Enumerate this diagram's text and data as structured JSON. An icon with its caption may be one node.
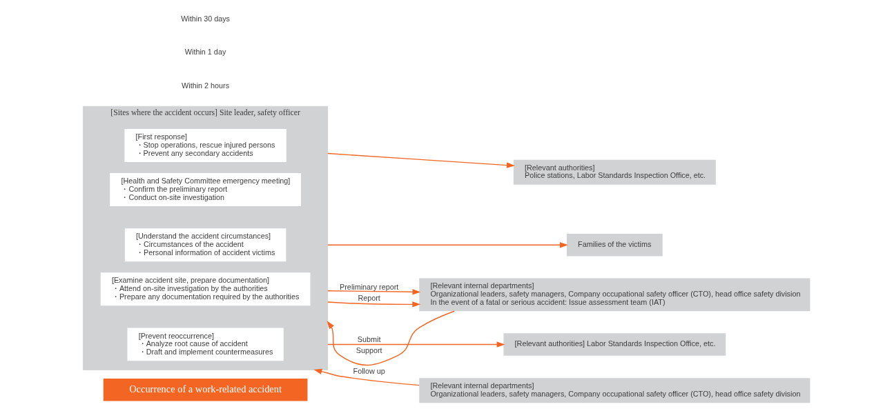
{
  "diagram": {
    "nodes": [
      {
        "text": [
          "Occurrence of a work-related accident"
        ]
      },
      {
        "text": [
          "[Sites where the accident occurs] Site leader, safety officer"
        ]
      },
      {
        "text": [
          "[First response]",
          "・Stop operations, rescue injured persons",
          "・Prevent any secondary accidents"
        ],
        "in": 1
      },
      {
        "text": [
          "[Understand the accident circumstances]",
          "・Circumstances of the accident",
          "・Personal information of accident victims"
        ],
        "in": 1
      },
      {
        "text": [
          "[Health and Safety Committee emergency meeting]",
          "・Confirm the preliminary report",
          "・Conduct on-site investigation"
        ],
        "in": 1
      },
      {
        "text": [
          "[Examine accident site, prepare documentation]",
          "・Attend on-site investigation by the authorities",
          "・Prepare any documentation required by the authorities"
        ],
        "in": 1
      },
      {
        "text": [
          "[Prevent reoccurrence]",
          "・Analyze root cause of accident",
          "・Draft and implement countermeasures"
        ],
        "in": 1
      },
      {
        "text": [
          "[Relevant authorities]",
          "Police stations, Labor Standards Inspection Office, etc."
        ]
      },
      {
        "text": [
          "Families of the victims"
        ]
      },
      {
        "text": [
          "[Relevant internal departments]",
          "Organizational leaders, safety managers, Company occupational safety officer (CTO), head office safety division",
          "In the event of a fatal or serious accident: Issue assessment team (IAT)"
        ]
      },
      {
        "text": [
          "[Relevant authorities] Labor Standards Inspection Office, etc."
        ]
      },
      {
        "text": [
          "[Relevant internal departments]",
          "Organizational leaders, safety managers, Company occupational safety officer (CTO), head office safety division"
        ]
      }
    ],
    "edges": [
      {
        "from": 1,
        "to": 7,
        "arrow": "to"
      },
      {
        "from": 1,
        "to": 8,
        "arrow": "to"
      },
      {
        "from": 1,
        "to": 9,
        "arrow": "to",
        "label": "Report"
      },
      {
        "from": 1,
        "to": 9,
        "arrow": "to",
        "label": "Preliminary report"
      },
      {
        "from": 9,
        "to": 1,
        "arrow": "to",
        "label": "Support"
      },
      {
        "from": 1,
        "to": 10,
        "arrow": "to",
        "label": "Submit"
      },
      {
        "from": 11,
        "to": 1,
        "arrow": "to",
        "label": "Follow up"
      }
    ],
    "labels": [
      "Within 2 hours",
      "Within 1 day",
      "Within 30 days"
    ]
  }
}
